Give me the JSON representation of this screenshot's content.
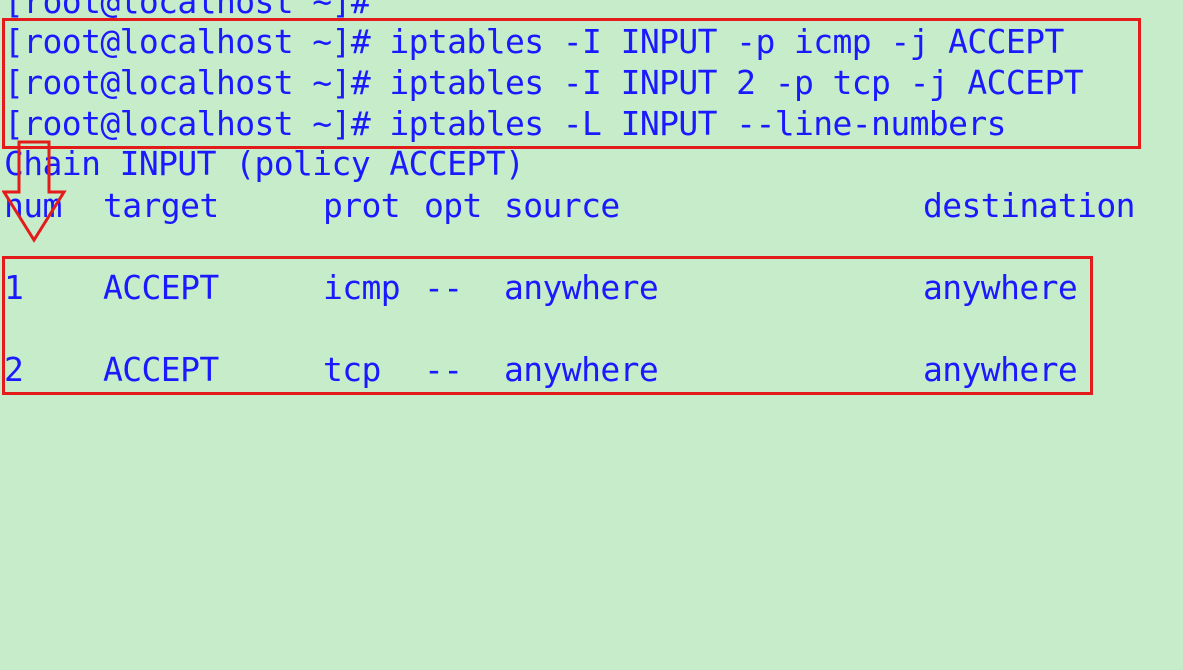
{
  "terminal": {
    "prompt": "[root@localhost ~]# ",
    "lines": [
      "[root@localhost ~]# ",
      "[root@localhost ~]# iptables -I INPUT -p icmp -j ACCEPT",
      "[root@localhost ~]# iptables -I INPUT 2 -p tcp -j ACCEPT",
      "[root@localhost ~]# iptables -L INPUT --line-numbers"
    ],
    "chain_header": "Chain INPUT (policy ACCEPT)",
    "columns": {
      "num": "num",
      "target": "target",
      "prot": "prot",
      "opt": "opt",
      "source": "source",
      "destination": "destination"
    },
    "rows": [
      {
        "num": "1",
        "target": "ACCEPT",
        "prot": "icmp",
        "opt": "--",
        "source": "anywhere",
        "destination": "anywhere"
      },
      {
        "num": "2",
        "target": "ACCEPT",
        "prot": "tcp",
        "opt": "--",
        "source": "anywhere",
        "destination": "anywhere"
      }
    ]
  },
  "colors": {
    "background": "#c7ecc9",
    "text": "#1a1aff",
    "highlight": "#e31b1b"
  }
}
